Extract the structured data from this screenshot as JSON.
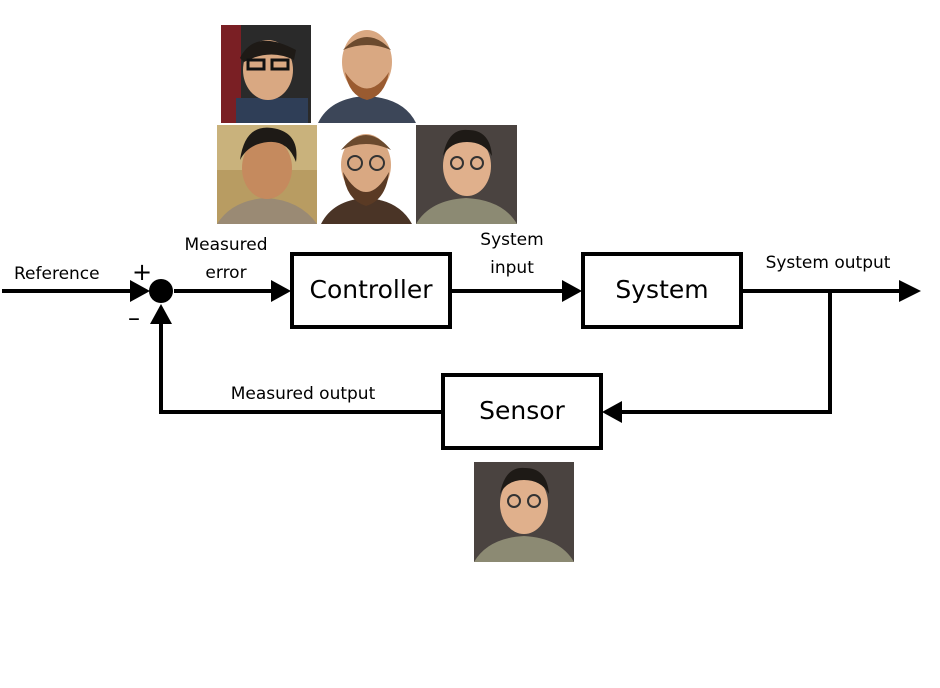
{
  "labels": {
    "reference": "Reference",
    "plus": "+",
    "minus": "–",
    "measured_error_line1": "Measured",
    "measured_error_line2": "error",
    "system_input_line1": "System",
    "system_input_line2": "input",
    "system_output": "System output",
    "measured_output": "Measured output"
  },
  "blocks": {
    "controller": "Controller",
    "system": "System",
    "sensor": "Sensor"
  },
  "photos": {
    "controller_group": [
      "person-photo-1",
      "person-photo-2",
      "person-photo-3",
      "person-photo-4",
      "person-photo-5"
    ],
    "sensor_group": [
      "person-photo-6"
    ]
  }
}
